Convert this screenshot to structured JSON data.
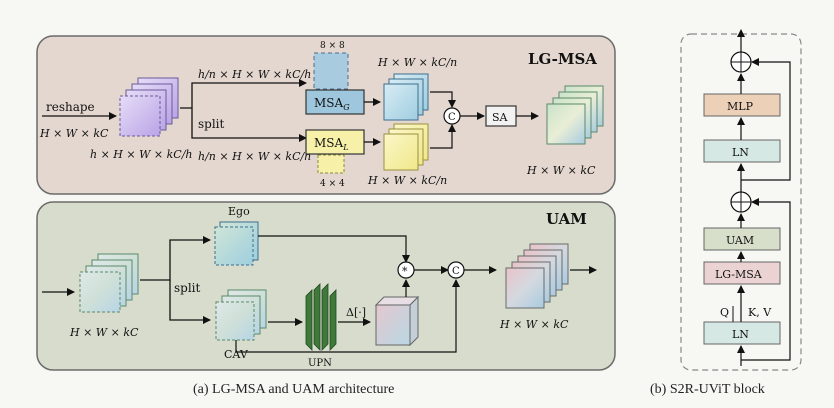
{
  "lgmsa": {
    "title": "LG-MSA",
    "reshape": "reshape",
    "input_dim": "H × W × kC",
    "reshaped_dim": "h × H × W × kC/h",
    "split": "split",
    "branch_g_dim": "h/n × H × W × kC/h",
    "branch_l_dim": "h/n × H × W × kC/h",
    "window_g": "8 × 8",
    "window_l": "4 × 4",
    "msa_g": "MSA",
    "msa_g_sub": "G",
    "msa_l": "MSA",
    "msa_l_sub": "L",
    "out_g_dim": "H × W × kC/n",
    "out_l_dim": "H × W × kC/n",
    "concat": "C",
    "sa": "SA",
    "output_dim": "H × W × kC"
  },
  "uam": {
    "title": "UAM",
    "ego": "Ego",
    "cav": "CAV",
    "split": "split",
    "input_dim": "H × W × kC",
    "upn": "UPN",
    "delta": "Δ[·]",
    "multiply": "*",
    "concat": "C",
    "output_dim": "H × W × kC"
  },
  "block": {
    "mlp": "MLP",
    "ln_top": "LN",
    "uam": "UAM",
    "lgmsa": "LG-MSA",
    "ln_bottom": "LN",
    "q": "Q",
    "kv": "K, V",
    "add": "+"
  },
  "captions": {
    "left": "(a) LG-MSA and UAM architecture",
    "right": "(b) S2R-UViT block"
  }
}
